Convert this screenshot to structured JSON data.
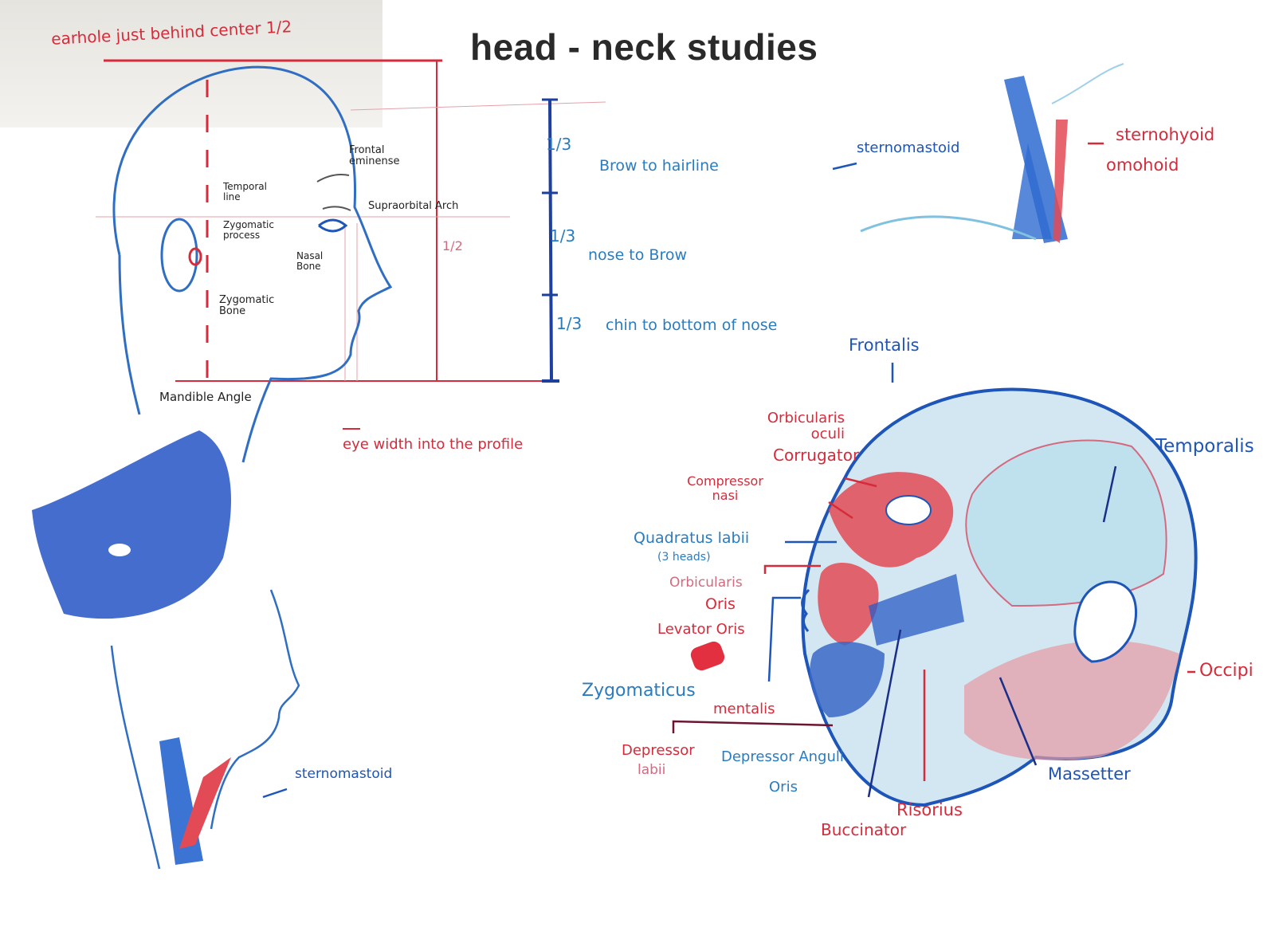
{
  "title": "head - neck studies",
  "colors": {
    "red": "#d62b3b",
    "blue": "#1d55b8",
    "light_blue": "#2a7cc0",
    "black": "#222222",
    "title": "#2a2a2a"
  },
  "profile_study": {
    "top_note": "earhole just behind center 1/2",
    "labels": {
      "frontal": "Frontal eminense",
      "temporal_line": "Temporal line",
      "supraorbital": "Supraorbital Arch",
      "zygomatic_process": "Zygomatic process",
      "nasal_bone": "Nasal Bone",
      "zygomatic_bone": "Zygomatic Bone",
      "mandible_angle": "Mandible Angle",
      "half": "1/2",
      "eye_width": "eye width into the profile"
    },
    "proportions": [
      {
        "fraction": "1/3",
        "text": "Brow to hairline"
      },
      {
        "fraction": "1/3",
        "text": "nose to Brow"
      },
      {
        "fraction": "1/3",
        "text": "chin to bottom of nose"
      }
    ]
  },
  "neck_study_top": {
    "sternomastoid": "sternomastoid",
    "sternohyoid": "sternohyoid",
    "omohoid": "omohoid"
  },
  "neck_study_bottom": {
    "sternomastoid": "sternomastoid"
  },
  "muscle_study": {
    "labels": {
      "frontalis": "Frontalis",
      "orbicularis_oculi": "Orbicularis oculi",
      "corrugator": "Corrugator",
      "compressor_nasi": "Compressor nasi",
      "quadratus_labii": "Quadratus labii",
      "three_heads": "(3 heads)",
      "orbicularis_oris_1": "Orbicularis",
      "orbicularis_oris_2": "Oris",
      "levator_oris": "Levator Oris",
      "zygomaticus": "Zygomaticus",
      "mentalis": "mentalis",
      "depressor_labii_1": "Depressor",
      "depressor_labii_2": "labii",
      "depressor_anguli_1": "Depressor Anguli",
      "depressor_anguli_2": "Oris",
      "buccinator": "Buccinator",
      "risorius": "Risorius",
      "masseter": "Massetter",
      "temporalis": "Temporalis",
      "occipitalis": "Occipi"
    }
  }
}
